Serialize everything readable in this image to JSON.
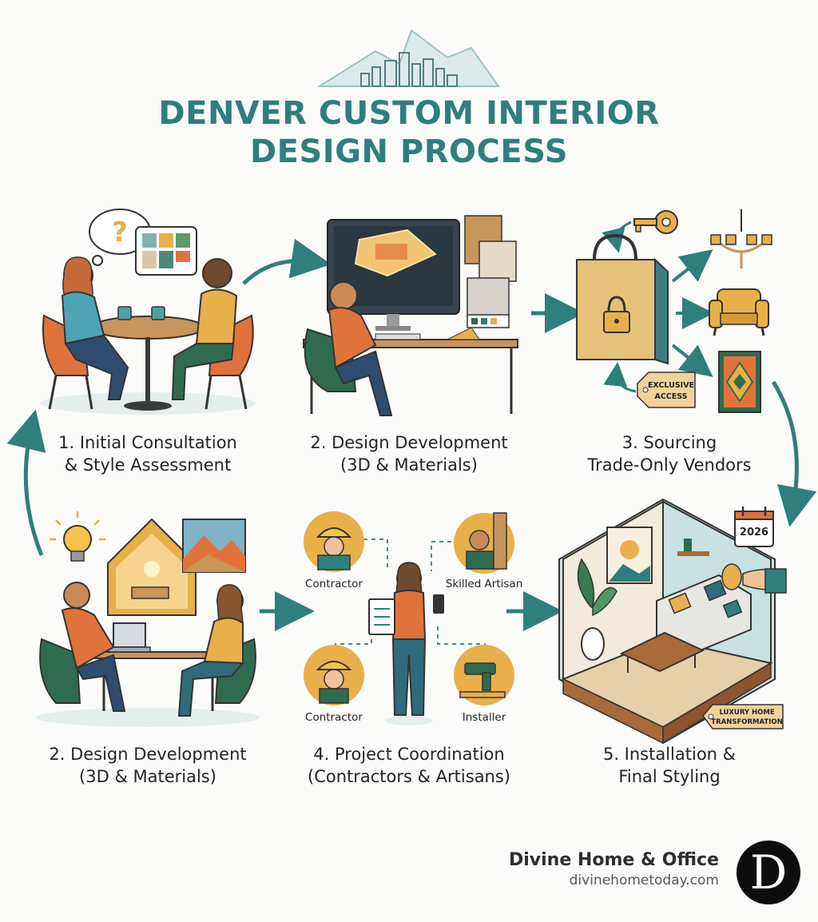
{
  "header": {
    "title_line1": "DENVER CUSTOM INTERIOR",
    "title_line2": "DESIGN PROCESS"
  },
  "steps": [
    {
      "line1": "1. Initial Consultation",
      "line2": "& Style Assessment"
    },
    {
      "line1": "2. Design Development",
      "line2": "(3D & Materials)"
    },
    {
      "line1": "3. Sourcing",
      "line2": "Trade-Only Vendors"
    },
    {
      "line1": "2. Design Development",
      "line2": "(3D & Materials)"
    },
    {
      "line1": "4. Project Coordination",
      "line2": "(Contractors & Artisans)"
    },
    {
      "line1": "5. Installation &",
      "line2": "Final Styling"
    }
  ],
  "roles": {
    "contractor_top": "Contractor",
    "artisan": "Skilled Artisan",
    "contractor_bottom": "Contractor",
    "installer": "Installer"
  },
  "tags": {
    "exclusive_1": "EXCLUSIVE",
    "exclusive_2": "ACCESS",
    "luxury_1": "LUXURY HOME",
    "luxury_2": "TRANSFORMATION",
    "calendar_year": "2026"
  },
  "brand": {
    "name": "Divine Home & Office",
    "url": "divinehometoday.com",
    "logo_letter": "D"
  },
  "colors": {
    "teal": "#2f7f7c",
    "orange": "#e0733c",
    "mustard": "#e8b04a",
    "green": "#2f6b4f"
  }
}
